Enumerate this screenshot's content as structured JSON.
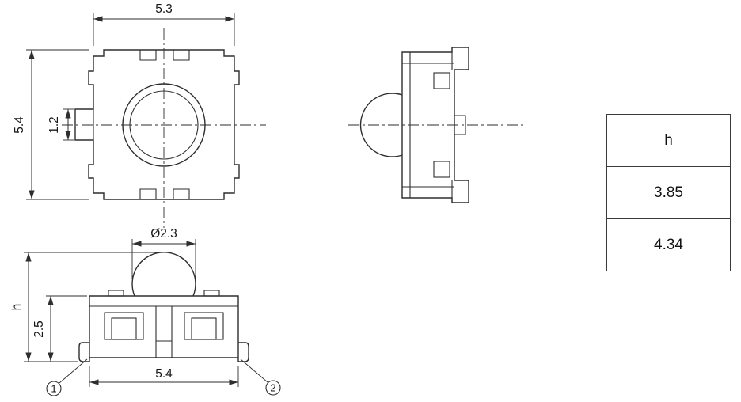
{
  "views": {
    "top": {
      "name": "top-view",
      "dims": {
        "width": "5.3",
        "height": "5.4",
        "tab": "1.2"
      }
    },
    "side": {
      "name": "side-view"
    },
    "front": {
      "name": "front-view",
      "dims": {
        "dome": "Ø2.3",
        "total_height": "h",
        "body_height": "2.5",
        "width": "5.4"
      },
      "callouts": [
        {
          "label": "1"
        },
        {
          "label": "2"
        }
      ]
    }
  },
  "table": {
    "header": "h",
    "rows": [
      "3.85",
      "4.34"
    ]
  },
  "colors": {
    "line": "#2e2e2e",
    "background": "#ffffff"
  }
}
